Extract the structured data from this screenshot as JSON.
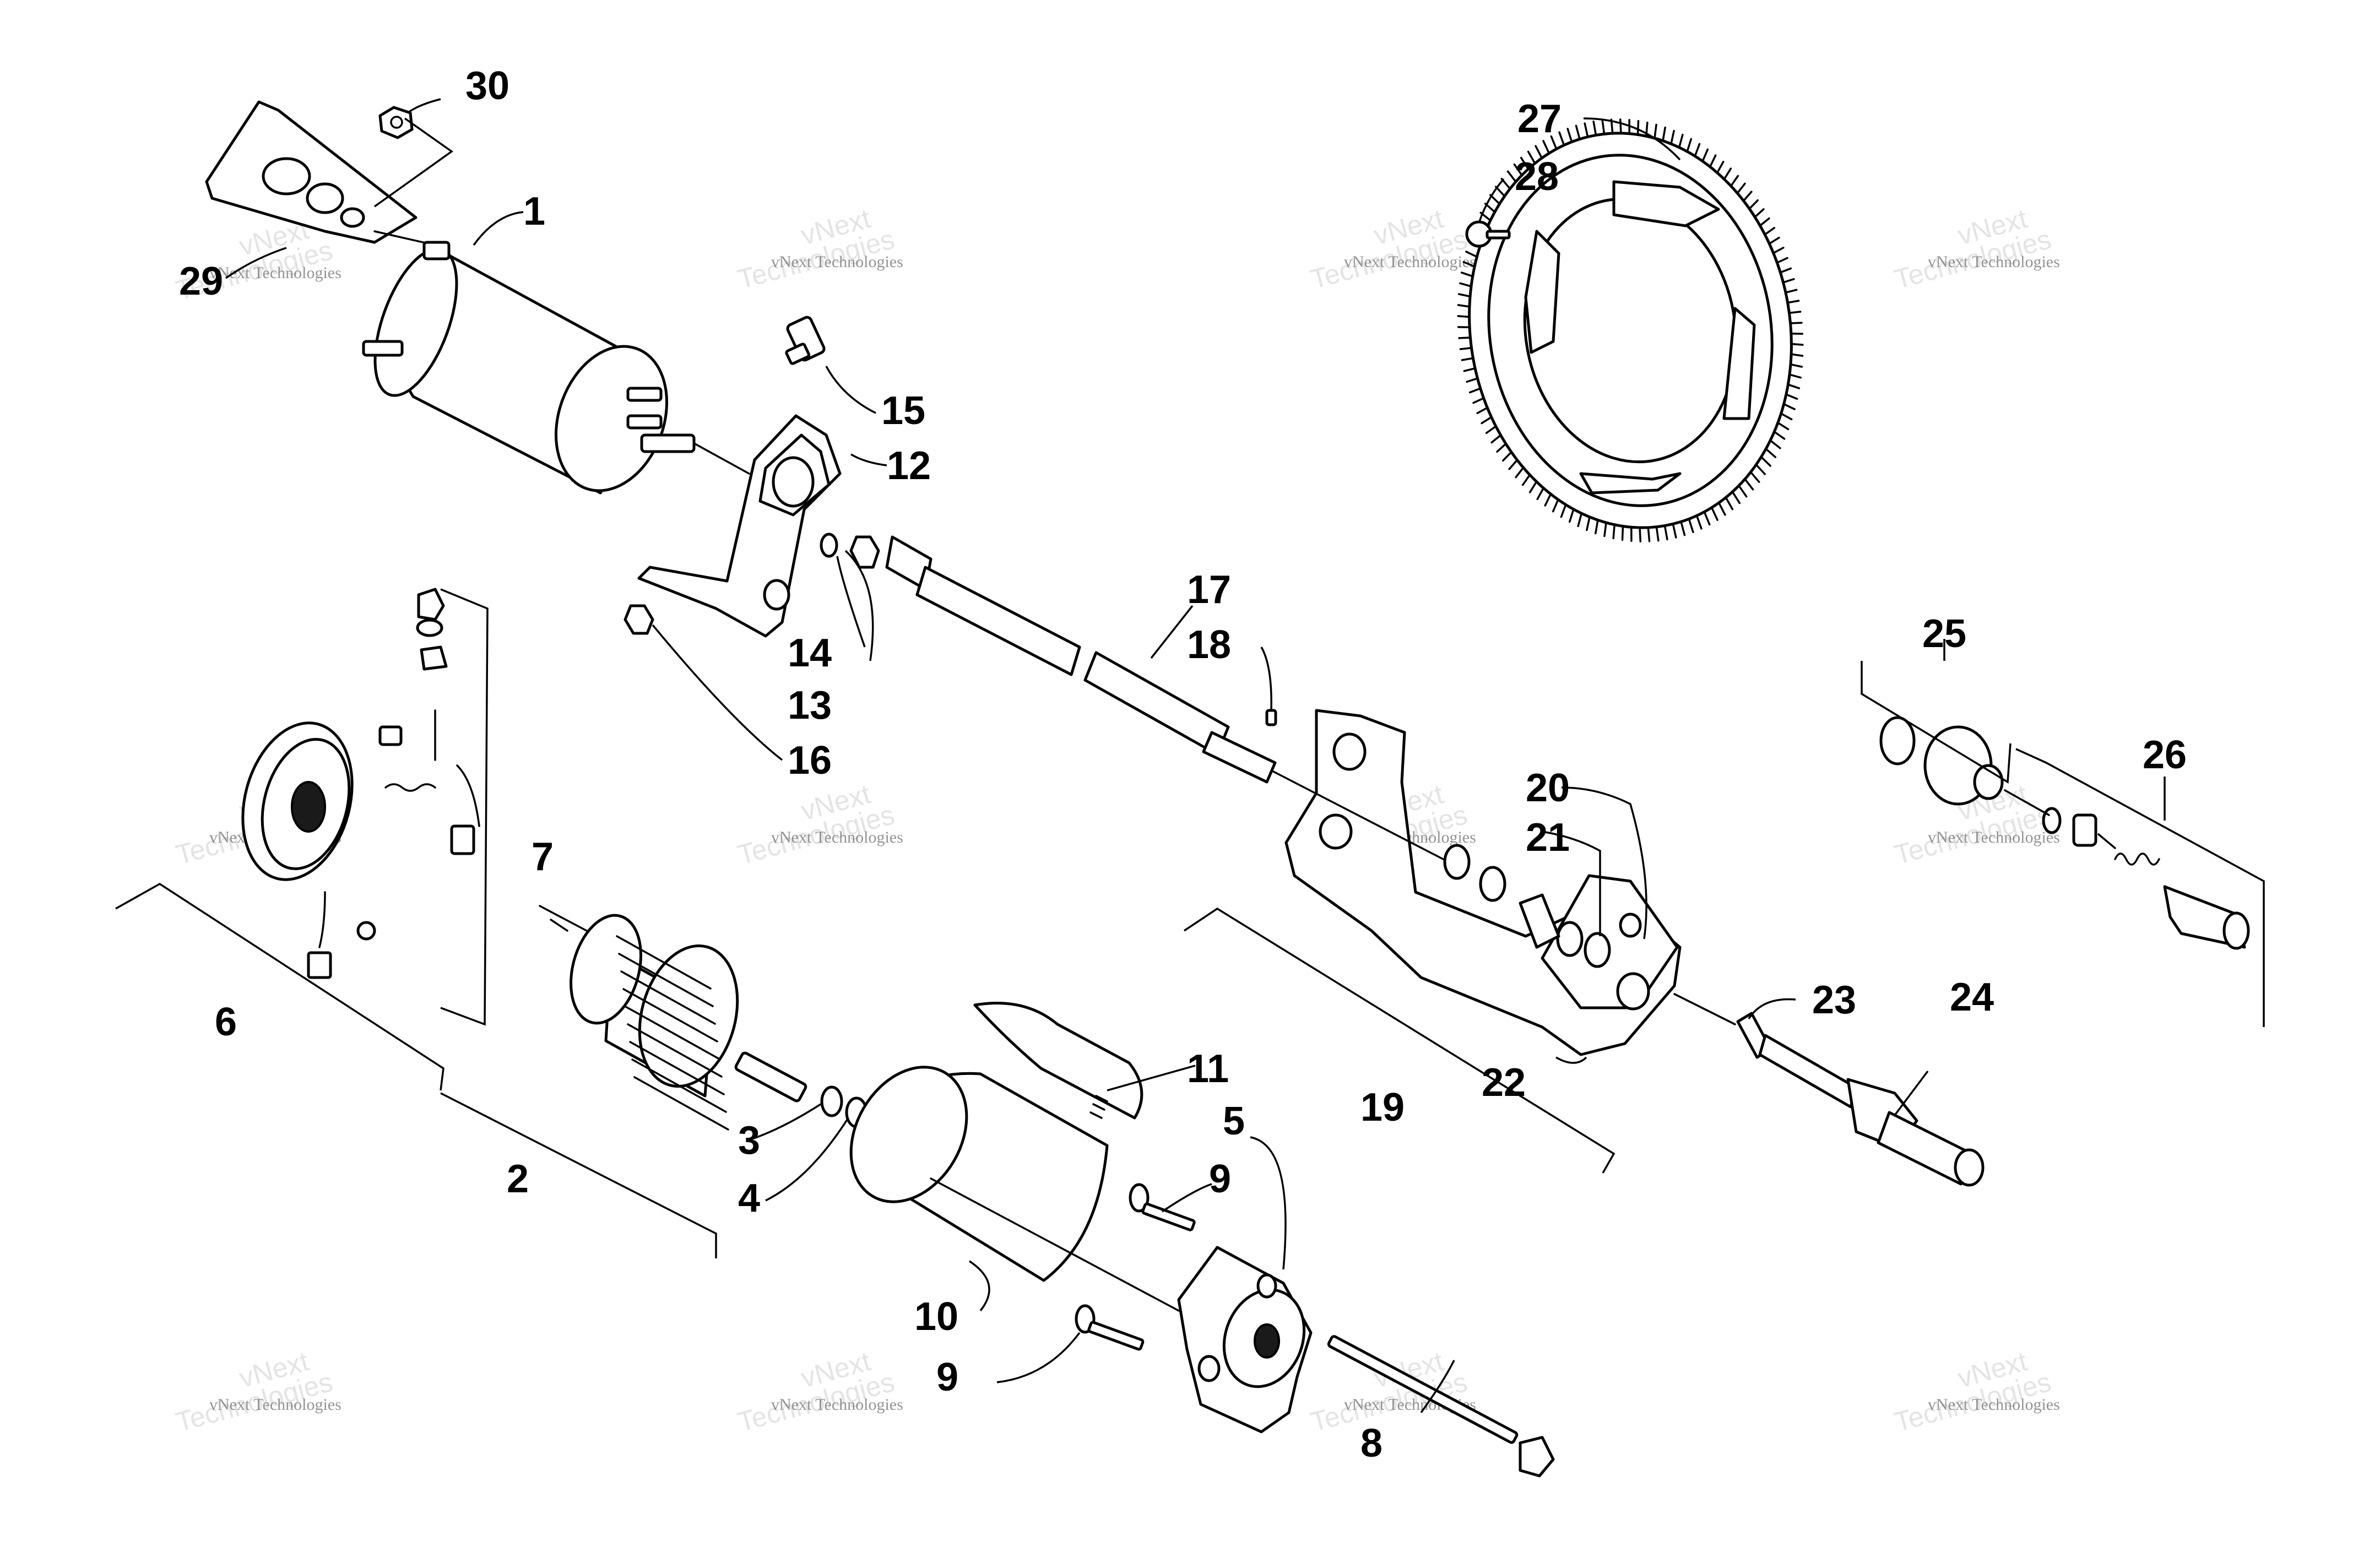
{
  "watermark": {
    "line_small": "vNext Technologies",
    "line_big_top": "vNext",
    "line_big_bottom": "Technologies"
  },
  "callouts": [
    {
      "id": "c1",
      "text": "1"
    },
    {
      "id": "c2",
      "text": "2"
    },
    {
      "id": "c3",
      "text": "3"
    },
    {
      "id": "c4",
      "text": "4"
    },
    {
      "id": "c5",
      "text": "5"
    },
    {
      "id": "c6",
      "text": "6"
    },
    {
      "id": "c7",
      "text": "7"
    },
    {
      "id": "c8",
      "text": "8"
    },
    {
      "id": "c9a",
      "text": "9"
    },
    {
      "id": "c9b",
      "text": "9"
    },
    {
      "id": "c10",
      "text": "10"
    },
    {
      "id": "c11",
      "text": "11"
    },
    {
      "id": "c12",
      "text": "12"
    },
    {
      "id": "c13",
      "text": "13"
    },
    {
      "id": "c14",
      "text": "14"
    },
    {
      "id": "c15",
      "text": "15"
    },
    {
      "id": "c16",
      "text": "16"
    },
    {
      "id": "c17",
      "text": "17"
    },
    {
      "id": "c18",
      "text": "18"
    },
    {
      "id": "c19",
      "text": "19"
    },
    {
      "id": "c20",
      "text": "20"
    },
    {
      "id": "c21",
      "text": "21"
    },
    {
      "id": "c22",
      "text": "22"
    },
    {
      "id": "c23",
      "text": "23"
    },
    {
      "id": "c24",
      "text": "24"
    },
    {
      "id": "c25",
      "text": "25"
    },
    {
      "id": "c26",
      "text": "26"
    },
    {
      "id": "c27",
      "text": "27"
    },
    {
      "id": "c28",
      "text": "28"
    },
    {
      "id": "c29",
      "text": "29"
    },
    {
      "id": "c30",
      "text": "30"
    }
  ]
}
